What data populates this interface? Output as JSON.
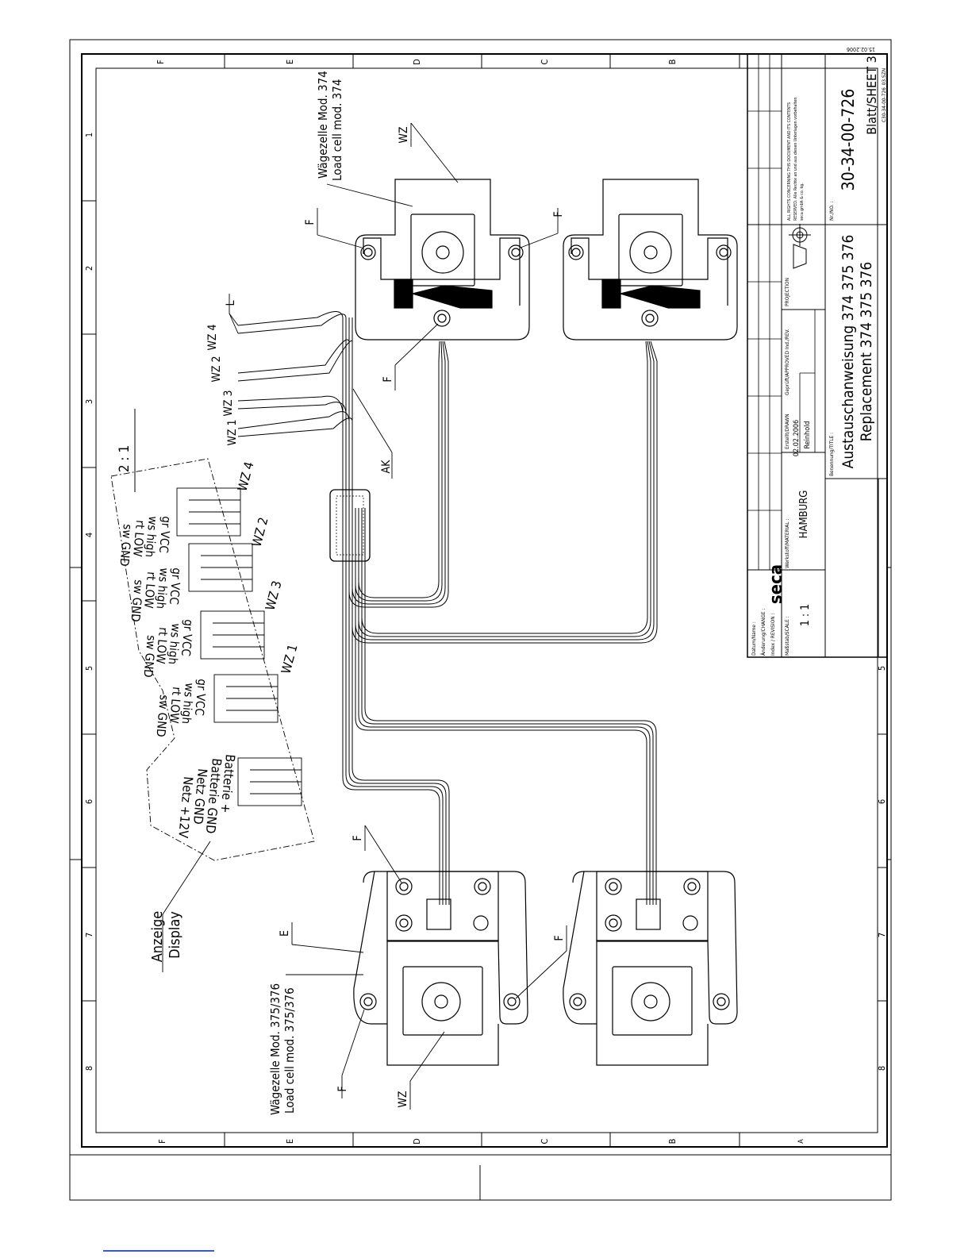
{
  "title_block": {
    "drawing_number": "30-34-00-726",
    "sheet": "Blatt/SHEET 3",
    "file_ref": "C30-34-00-726_03.SZN",
    "date_stamp": "15.02.2006",
    "title_de": "Austauschanweisung 374 375 376",
    "title_en": "Replacement 374 375 376",
    "company_logo": "seca",
    "city": "HAMBURG",
    "scale": "1 : 1",
    "drawn_date": "02.02.2006",
    "drawn_by": "Reinhold",
    "labels": {
      "datum": "Datum/Name :",
      "aenderung": "Änderung/CHANGE :",
      "index": "Index / REVISION :",
      "massstab": "Maßstab/SCALE :",
      "werkstoff": "Werkstoff/MATERIAL :",
      "erstellt": "Erstellt/DRAWN",
      "geprueft": "Geprüft/APPROVED Ind./REV.",
      "projection": "PROJECTION",
      "benennung": "Benennung/TITLE :",
      "nr": "Nr./NO. :"
    },
    "rights": [
      "ALL RIGHTS CONCERNING THIS DOCUMENT AND ITS CONTENTS",
      "RESERVED.   Alle Rechte an und aus diesen Unterlagen vorbehalten",
      "seca gmbh & co. kg."
    ]
  },
  "grid": {
    "top_letters": [
      "F",
      "E",
      "D",
      "C",
      "B"
    ],
    "bottom_letters": [
      "F",
      "E",
      "D",
      "C",
      "B",
      "A"
    ],
    "left_numbers": [
      "1",
      "2",
      "3",
      "4",
      "5",
      "6",
      "7",
      "8"
    ],
    "right_numbers": [
      "5",
      "6",
      "7",
      "8"
    ]
  },
  "labels": {
    "load_cell_374_de": "Wägezelle Mod. 374",
    "load_cell_374_en": "Load cell mod. 374",
    "load_cell_375_de": "Wägezelle Mod. 375/376",
    "load_cell_375_en": "Load cell mod. 375/376",
    "display_de": "Anzeige",
    "display_en": "Display",
    "scale_ratio": "2 : 1",
    "wz": "WZ",
    "f": "F",
    "e": "E",
    "ak": "AK",
    "l": "L",
    "wz1": "WZ 1",
    "wz2": "WZ 2",
    "wz3": "WZ 3",
    "wz4": "WZ 4"
  },
  "connector": {
    "groups": [
      {
        "name": "WZ 4",
        "pins": [
          "gr VCC",
          "ws high",
          "rt LOW",
          "sw GND"
        ]
      },
      {
        "name": "WZ 2",
        "pins": [
          "gr VCC",
          "ws high",
          "rt LOW",
          "sw GND"
        ]
      },
      {
        "name": "WZ 3",
        "pins": [
          "gr VCC",
          "ws high",
          "rt LOW",
          "sw GND"
        ]
      },
      {
        "name": "WZ 1",
        "pins": [
          "gr VCC",
          "ws high",
          "rt LOW",
          "sw GND"
        ]
      }
    ],
    "power_pins": [
      "Batterie +",
      "Batterie GND",
      "Netz GND",
      "Netz +12V"
    ]
  }
}
